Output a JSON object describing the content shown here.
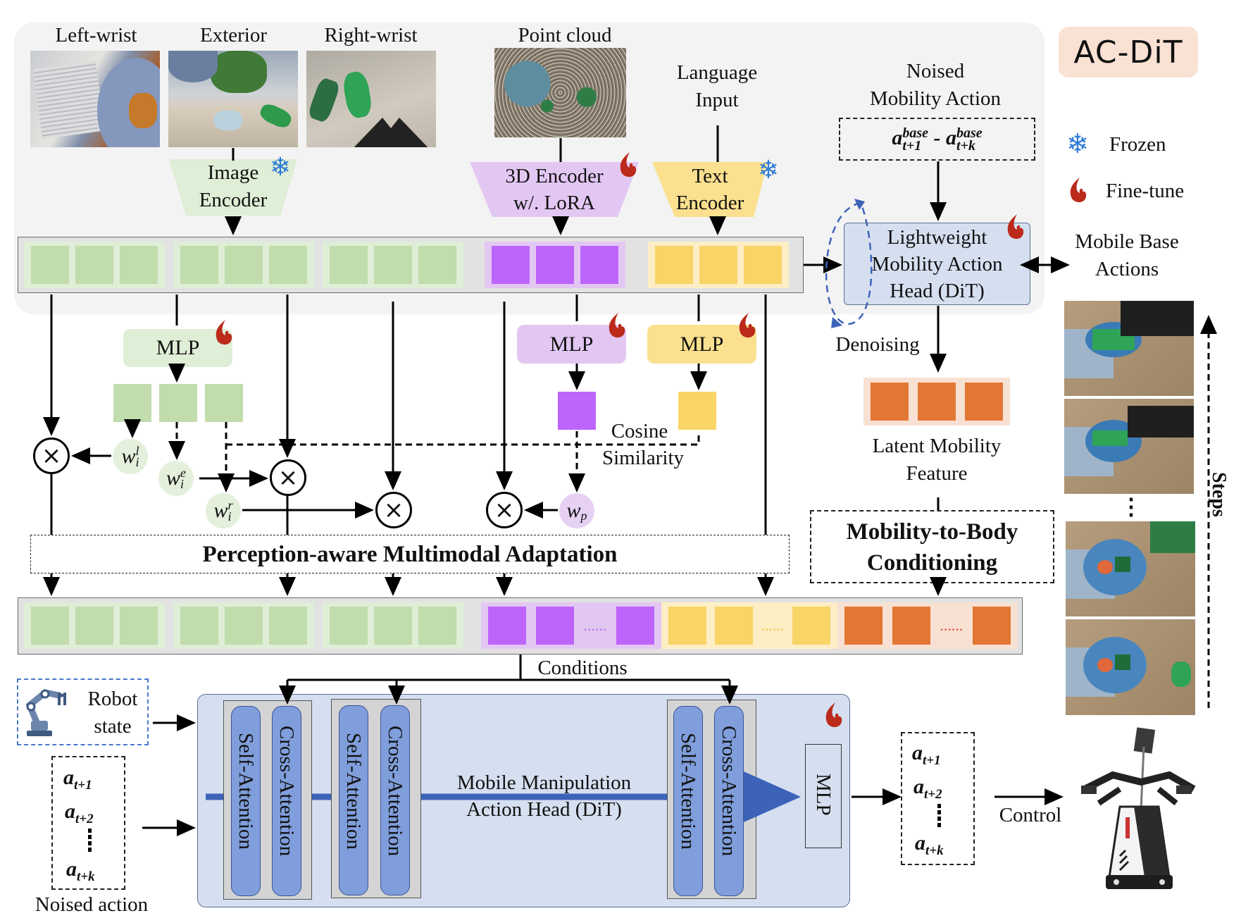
{
  "logo": {
    "text": "AC-DiT",
    "bg": "#f9e1d3"
  },
  "legend": {
    "frozen": {
      "icon": "snowflake-icon",
      "label": "Frozen"
    },
    "finetune": {
      "icon": "flame-icon",
      "label": "Fine-tune"
    }
  },
  "inputs": {
    "cameras": [
      {
        "label": "Left-wrist"
      },
      {
        "label": "Exterior"
      },
      {
        "label": "Right-wrist"
      }
    ],
    "point_cloud": {
      "label": "Point cloud"
    },
    "language": {
      "line1": "Language",
      "line2": "Input"
    }
  },
  "encoders": {
    "image": {
      "line1": "Image",
      "line2": "Encoder",
      "state": "frozen"
    },
    "pc3d": {
      "line1": "3D Encoder",
      "line2": "w/. LoRA",
      "state": "fine-tune"
    },
    "text": {
      "line1": "Text",
      "line2": "Encoder",
      "state": "frozen"
    }
  },
  "mobility": {
    "noised_title1": "Noised",
    "noised_title2": "Mobility Action",
    "noised_formula_a": "a",
    "noised_sup": "base",
    "noised_sub1": "t+1",
    "noised_sep": " - ",
    "noised_sub2": "t+k",
    "head_line1": "Lightweight",
    "head_line2": "Mobility Action",
    "head_line3": "Head (DiT)",
    "denoising": "Denoising",
    "base_actions_line1": "Mobile Base",
    "base_actions_line2": "Actions",
    "latent_line1": "Latent Mobility",
    "latent_line2": "Feature",
    "conditioning_line1": "Mobility-to-Body",
    "conditioning_line2": "Conditioning"
  },
  "adaptation": {
    "mlp_label": "MLP",
    "weights": {
      "wl": "w",
      "wl_sup": "l",
      "wl_sub": "i",
      "we": "w",
      "we_sup": "e",
      "we_sub": "i",
      "wr": "w",
      "wr_sup": "r",
      "wr_sub": "i",
      "wp": "w",
      "wp_sub": "p"
    },
    "cosine_line1": "Cosine",
    "cosine_line2": "Similarity",
    "title": "Perception-aware Multimodal Adaptation",
    "multiply_symbol": "×"
  },
  "conditions": {
    "label": "Conditions",
    "ellipsis": "......"
  },
  "body": {
    "robot_state_line1": "Robot",
    "robot_state_line2": "state",
    "noised_action_label": "Noised action",
    "actions": [
      {
        "a": "a",
        "sub": "t+1"
      },
      {
        "a": "a",
        "sub": "t+2"
      },
      {
        "a": "a",
        "sub": "t+k"
      }
    ],
    "self_attention": "Self-Attention",
    "cross_attention": "Cross-Attention",
    "head_line1": "Mobile Manipulation",
    "head_line2": "Action Head (DiT)",
    "mlp_label": "MLP",
    "control": "Control"
  },
  "steps": {
    "label": "Steps",
    "ellipsis": "⋮"
  }
}
